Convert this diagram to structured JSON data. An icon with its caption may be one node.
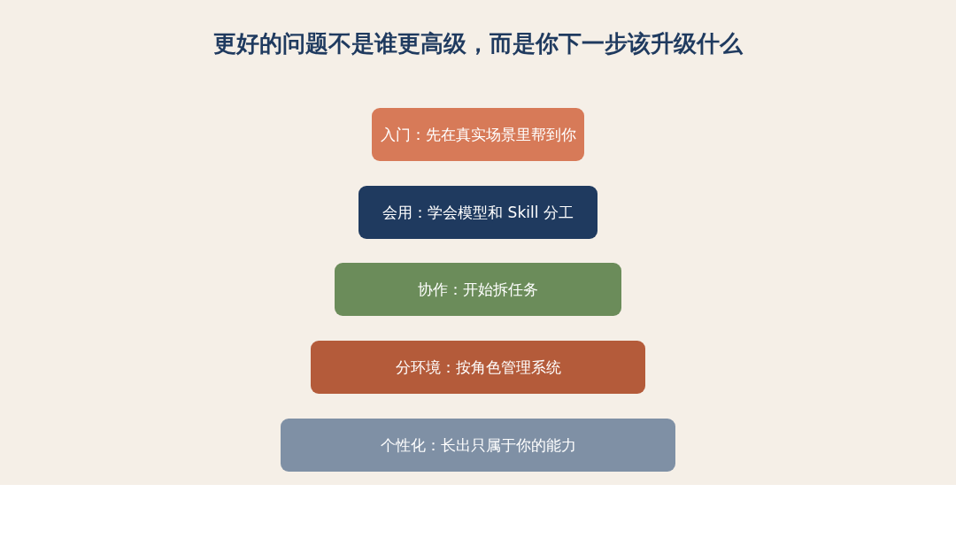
{
  "diagram": {
    "title": "更好的问题不是谁更高级，而是你下一步该升级什么",
    "nodes": [
      {
        "text": [
          "入门：先在真实场景里帮到你"
        ]
      },
      {
        "text": [
          "会用：学会模型和 Skill 分工"
        ]
      },
      {
        "text": [
          "协作：开始拆任务"
        ]
      },
      {
        "text": [
          "分环境：按角色管理系统"
        ]
      },
      {
        "text": [
          "个性化：长出只属于你的能力"
        ]
      }
    ]
  }
}
